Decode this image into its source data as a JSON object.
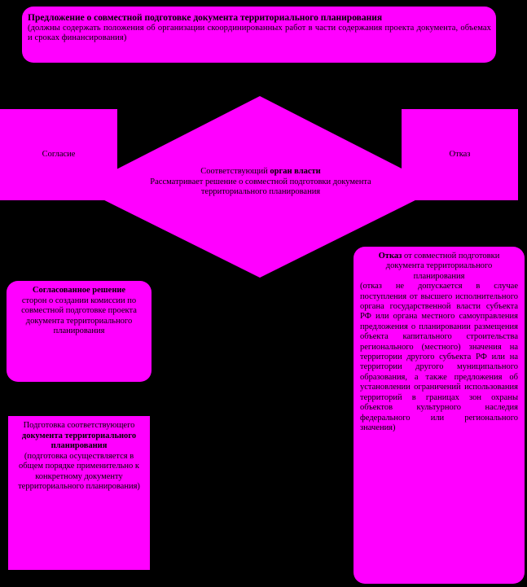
{
  "proposal": {
    "title": "Предложение о совместной подготовке документа территориального планирования",
    "detail": "(должны содержать положения об организации скоординированных работ в части содержания проекта документа, объемах и сроках финансирования)"
  },
  "consent_label": "Согласие",
  "refusal_label": "Отказ",
  "diamond": {
    "line1_prefix": "Соответствующий ",
    "line1_bold": "орган власти",
    "line2": "Рассматривает решение о совместной подготовки документа территориального планирования"
  },
  "agreed": {
    "title": "Согласованное решение",
    "body": "сторон о создании комиссии по совместной подготовке проекта документа территориального планирования"
  },
  "preparation": {
    "prefix": "Подготовка соответствующего",
    "title": "документа территориального планирования",
    "body": "(подготовка осуществляется в общем порядке применительно к конкретному документу территориального планирования)"
  },
  "refusal_detail": {
    "title": "Отказ",
    "title_rest": "от совместной подготовки документа территориального планирования",
    "body": "(отказ не допускается в случае поступления от высшего исполнительного органа государственной власти субъекта РФ или органа местного самоуправления предложения о планировании размещения объекта капитального строительства регионального (местного) значения на территории другого субъекта РФ или на территории другого муниципального образования, а также предложения об установлении ограничений использования территорий в границах зон охраны объектов культурного наследия федерального или регионального значения)"
  },
  "colors": {
    "background": "#000000",
    "shape_fill": "#ff00ff",
    "text": "#000000"
  }
}
